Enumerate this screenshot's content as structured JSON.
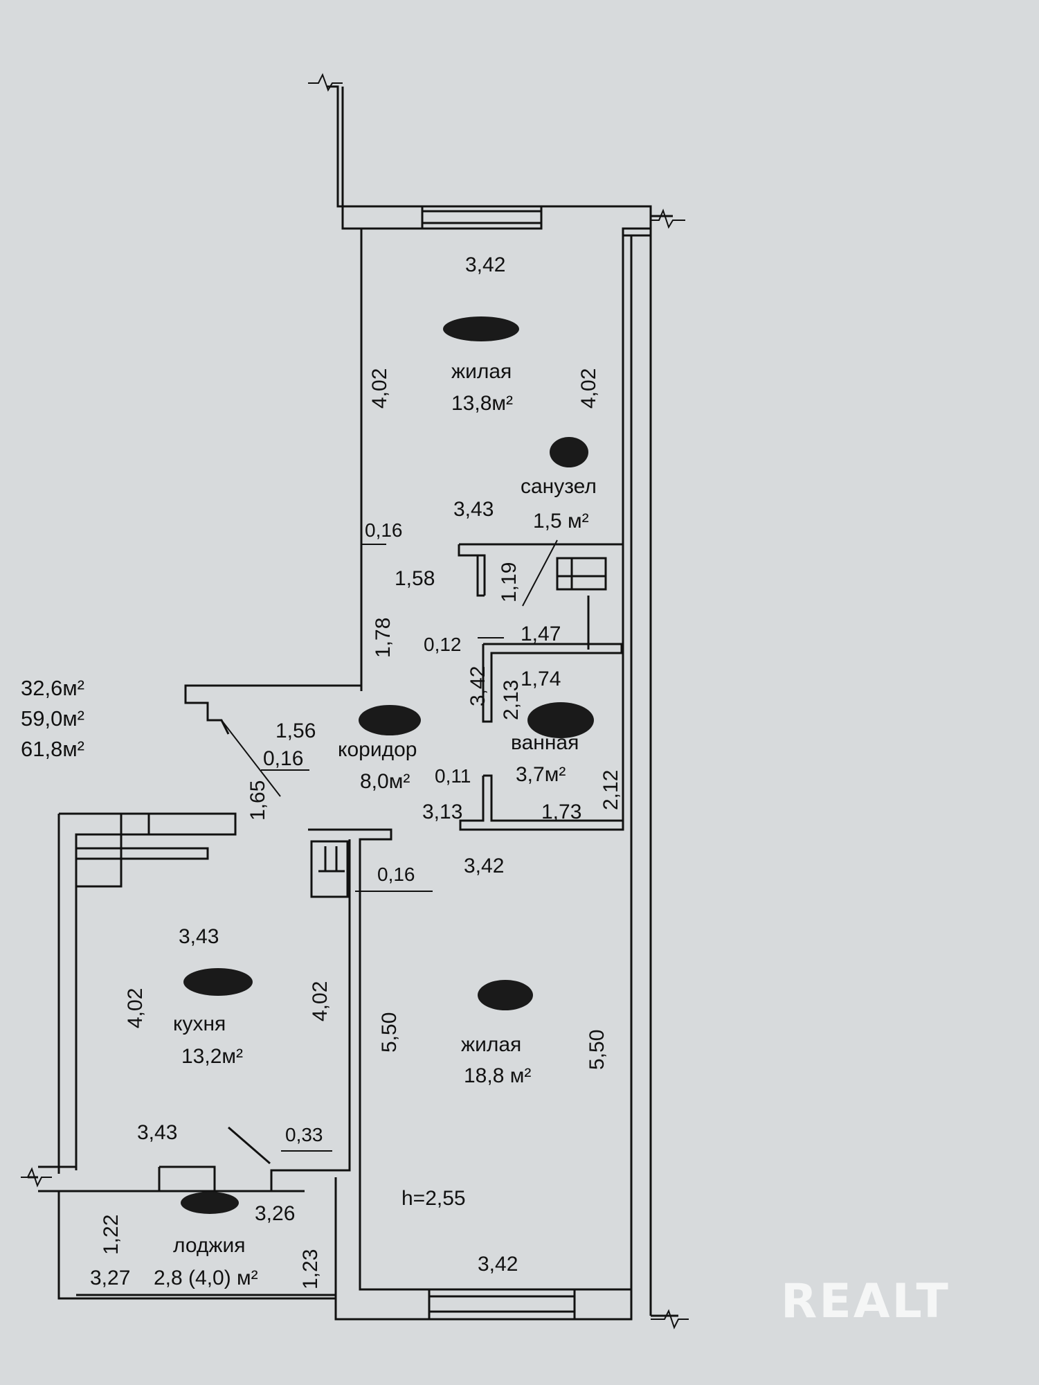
{
  "rooms": {
    "living1": {
      "name": "жилая",
      "area": "13,8м²",
      "width_top": "3,42",
      "height_left": "4,02",
      "height_right": "4,02",
      "width_bottom": "3,43"
    },
    "bathroom_wc": {
      "name": "санузел",
      "area": "1,5 м²",
      "dim_h": "1,19",
      "dim_w": "1,47"
    },
    "bath": {
      "name": "ванная",
      "area": "3,7м²",
      "dim_w_top": "1,74",
      "dim_h_left": "2,13",
      "dim_h_right": "2,12",
      "dim_w_bottom": "1,73"
    },
    "corridor": {
      "name": "коридор",
      "area": "8,0м²",
      "dim_1": "1,56",
      "dim_2": "0,16",
      "dim_3": "1,65",
      "dim_4": "1,78",
      "dim_5": "1,58",
      "dim_6": "3,42",
      "dim_7": "3,13"
    },
    "kitchen": {
      "name": "кухня",
      "area": "13,2м²",
      "width_top": "3,43",
      "height_left": "4,02",
      "height_right": "4,02",
      "width_bottom": "3,43"
    },
    "living2": {
      "name": "жилая",
      "area": "18,8 м²",
      "width_top": "3,42",
      "height_left": "5,50",
      "height_right": "5,50",
      "width_bottom": "3,42"
    },
    "loggia": {
      "name": "лоджия",
      "area": "2,8 (4,0) м²",
      "width_top": "3,26",
      "width_bottom": "3,27",
      "height_left": "1,22",
      "height_right": "1,23"
    }
  },
  "wall_labels": {
    "w016_a": "0,16",
    "w012": "0,12",
    "w011": "0,11",
    "w016_b": "0,16",
    "w033": "0,33"
  },
  "ceiling_height": "h=2,55",
  "totals": [
    "32,6м²",
    "59,0м²",
    "61,8м²"
  ],
  "watermark": "REALT"
}
